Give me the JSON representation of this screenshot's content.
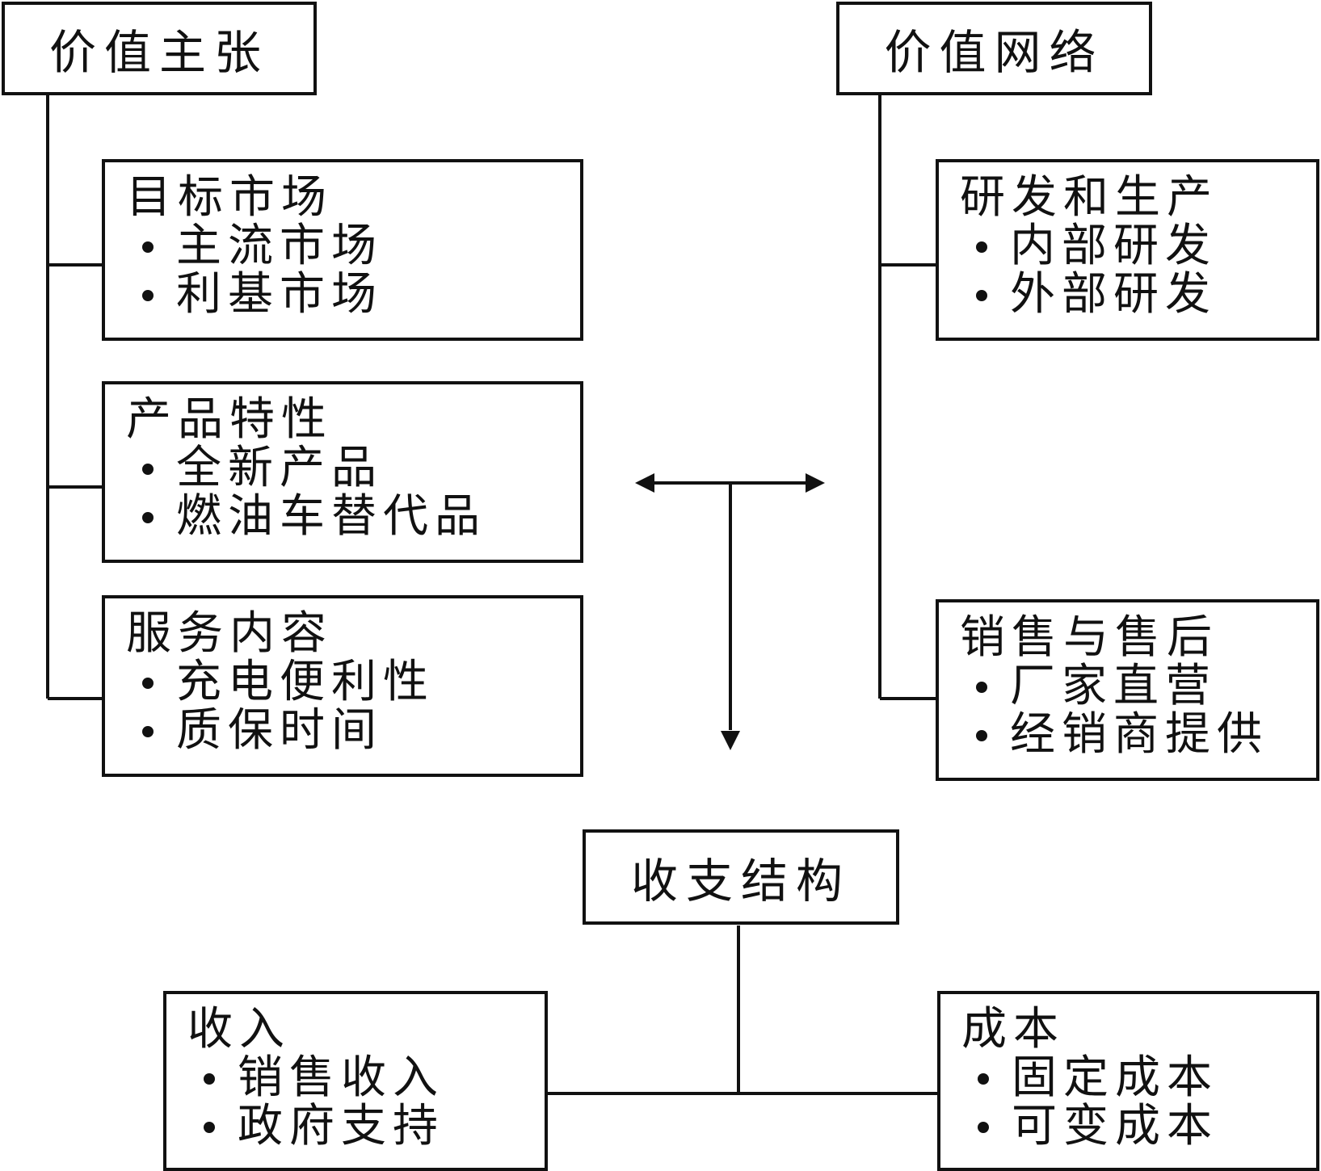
{
  "value_proposition": {
    "title": "价值主张",
    "target_market": {
      "title": "目标市场",
      "items": [
        "主流市场",
        "利基市场"
      ]
    },
    "product_features": {
      "title": "产品特性",
      "items": [
        "全新产品",
        "燃油车替代品"
      ]
    },
    "service_content": {
      "title": "服务内容",
      "items": [
        "充电便利性",
        "质保时间"
      ]
    }
  },
  "value_network": {
    "title": "价值网络",
    "rd_production": {
      "title": "研发和生产",
      "items": [
        "内部研发",
        "外部研发"
      ]
    },
    "sales_aftersales": {
      "title": "销售与售后",
      "items": [
        "厂家直营",
        "经销商提供"
      ]
    }
  },
  "revenue_cost_structure": {
    "title": "收支结构",
    "revenue": {
      "title": "收入",
      "items": [
        "销售收入",
        "政府支持"
      ]
    },
    "cost": {
      "title": "成本",
      "items": [
        "固定成本",
        "可变成本"
      ]
    }
  },
  "colors": {
    "line": "#111111",
    "background": "#ffffff"
  }
}
